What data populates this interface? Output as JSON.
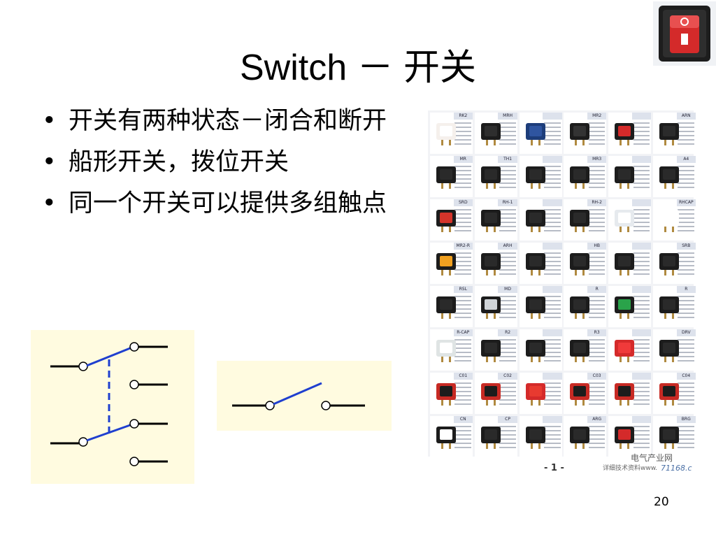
{
  "slide": {
    "title": "Switch － 开关",
    "page_number": "20"
  },
  "bullets": [
    {
      "text": "开关有两种状态－闭合和断开"
    },
    {
      "text": "船形开关，拨位开关"
    },
    {
      "text": "同一个开关可以提供多组触点"
    }
  ],
  "colors": {
    "diagram_background": "#fffbe0",
    "switch_lever": "#1f3fcf",
    "wire": "#000000",
    "rocker_red": "#d42a2a"
  },
  "catalog": {
    "page_label": "- 1 -",
    "watermark": "电气产业网",
    "watermark_sub": "详细技术资料www.",
    "watermark_num": "71168.c",
    "models": [
      {
        "name": "RK2",
        "body": "#f5f0ec",
        "rocker": "#ffffff"
      },
      {
        "name": "MRH",
        "body": "#1c1c1c",
        "rocker": "#2e2e2e"
      },
      {
        "name": "",
        "body": "#1d3d7a",
        "rocker": "#2f55a0"
      },
      {
        "name": "MR2",
        "body": "#1c1c1c",
        "rocker": "#333333"
      },
      {
        "name": "",
        "body": "#1c1c1c",
        "rocker": "#d42a2a"
      },
      {
        "name": "ARN",
        "body": "#1c1c1c",
        "rocker": "#2b2b2b"
      },
      {
        "name": "MR",
        "body": "#1c1c1c",
        "rocker": "#2a2a2a"
      },
      {
        "name": "TH1",
        "body": "#1c1c1c",
        "rocker": "#2a2a2a"
      },
      {
        "name": "",
        "body": "#1c1c1c",
        "rocker": "#2a2a2a"
      },
      {
        "name": "MR3",
        "body": "#1c1c1c",
        "rocker": "#2a2a2a"
      },
      {
        "name": "",
        "body": "#1c1c1c",
        "rocker": "#2a2a2a"
      },
      {
        "name": "A4",
        "body": "#1c1c1c",
        "rocker": "#2a2a2a"
      },
      {
        "name": "SRD",
        "body": "#1c1c1c",
        "rocker": "#d4342a"
      },
      {
        "name": "RH-1",
        "body": "#1c1c1c",
        "rocker": "#2a2a2a"
      },
      {
        "name": "",
        "body": "#1c1c1c",
        "rocker": "#2a2a2a"
      },
      {
        "name": "RH-2",
        "body": "#1c1c1c",
        "rocker": "#2a2a2a"
      },
      {
        "name": "",
        "body": "#e6eaee",
        "rocker": "#ffffff"
      },
      {
        "name": "RHCAP",
        "body": "#ffffff",
        "rocker": "#ffffff"
      },
      {
        "name": "MR2-R",
        "body": "#1c1c1c",
        "rocker": "#f0a020"
      },
      {
        "name": "ARH",
        "body": "#1c1c1c",
        "rocker": "#2a2a2a"
      },
      {
        "name": "",
        "body": "#1c1c1c",
        "rocker": "#2a2a2a"
      },
      {
        "name": "HB",
        "body": "#1c1c1c",
        "rocker": "#2a2a2a"
      },
      {
        "name": "",
        "body": "#1c1c1c",
        "rocker": "#2a2a2a"
      },
      {
        "name": "SRB",
        "body": "#1c1c1c",
        "rocker": "#2a2a2a"
      },
      {
        "name": "RSL",
        "body": "#1c1c1c",
        "rocker": "#2a2a2a"
      },
      {
        "name": "MD",
        "body": "#1c1c1c",
        "rocker": "#d0d4d8"
      },
      {
        "name": "",
        "body": "#1c1c1c",
        "rocker": "#2a2a2a"
      },
      {
        "name": "R",
        "body": "#1c1c1c",
        "rocker": "#2a2a2a"
      },
      {
        "name": "",
        "body": "#1c1c1c",
        "rocker": "#2aa34a"
      },
      {
        "name": "R",
        "body": "#1c1c1c",
        "rocker": "#2a2a2a"
      },
      {
        "name": "R-CAP",
        "body": "#dfe4e4",
        "rocker": "#ffffff"
      },
      {
        "name": "R2",
        "body": "#1c1c1c",
        "rocker": "#2a2a2a"
      },
      {
        "name": "",
        "body": "#1c1c1c",
        "rocker": "#2a2a2a"
      },
      {
        "name": "R3",
        "body": "#1c1c1c",
        "rocker": "#2a2a2a"
      },
      {
        "name": "",
        "body": "#d42a2a",
        "rocker": "#f03a3a"
      },
      {
        "name": "DRV",
        "body": "#1c1c1c",
        "rocker": "#2a2a2a"
      },
      {
        "name": "C01",
        "body": "#c72a24",
        "rocker": "#1c1c1c"
      },
      {
        "name": "C02",
        "body": "#c72a24",
        "rocker": "#1c1c1c"
      },
      {
        "name": "",
        "body": "#d42a2a",
        "rocker": "#e83a30"
      },
      {
        "name": "C03",
        "body": "#c72a24",
        "rocker": "#1c1c1c"
      },
      {
        "name": "",
        "body": "#c72a24",
        "rocker": "#1c1c1c"
      },
      {
        "name": "C04",
        "body": "#c72a24",
        "rocker": "#1c1c1c"
      },
      {
        "name": "CN",
        "body": "#1c1c1c",
        "rocker": "#ffffff"
      },
      {
        "name": "CP",
        "body": "#1c1c1c",
        "rocker": "#2a2a2a"
      },
      {
        "name": "",
        "body": "#1c1c1c",
        "rocker": "#2a2a2a"
      },
      {
        "name": "ARG",
        "body": "#1c1c1c",
        "rocker": "#2a2a2a"
      },
      {
        "name": "",
        "body": "#1c1c1c",
        "rocker": "#d42a2a"
      },
      {
        "name": "BRG",
        "body": "#1c1c1c",
        "rocker": "#2a2a2a"
      }
    ]
  }
}
